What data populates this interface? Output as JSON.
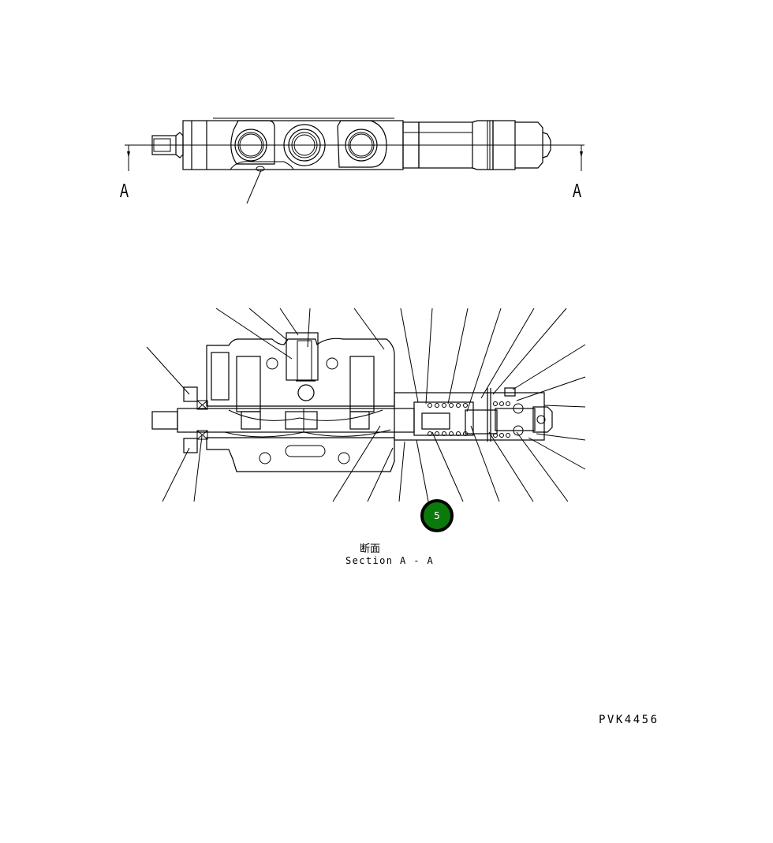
{
  "diagram": {
    "type": "exploded parts cross-section (control valve)",
    "top_view": {
      "section_marks": [
        {
          "label": "A",
          "side": "left"
        },
        {
          "label": "A",
          "side": "right"
        }
      ]
    },
    "section_view": {
      "caption_jp": "断面",
      "caption_en": "Section A - A"
    },
    "callout": {
      "number": "5",
      "color": "#0a7a0a"
    },
    "drawing_number": "PVK4456"
  }
}
